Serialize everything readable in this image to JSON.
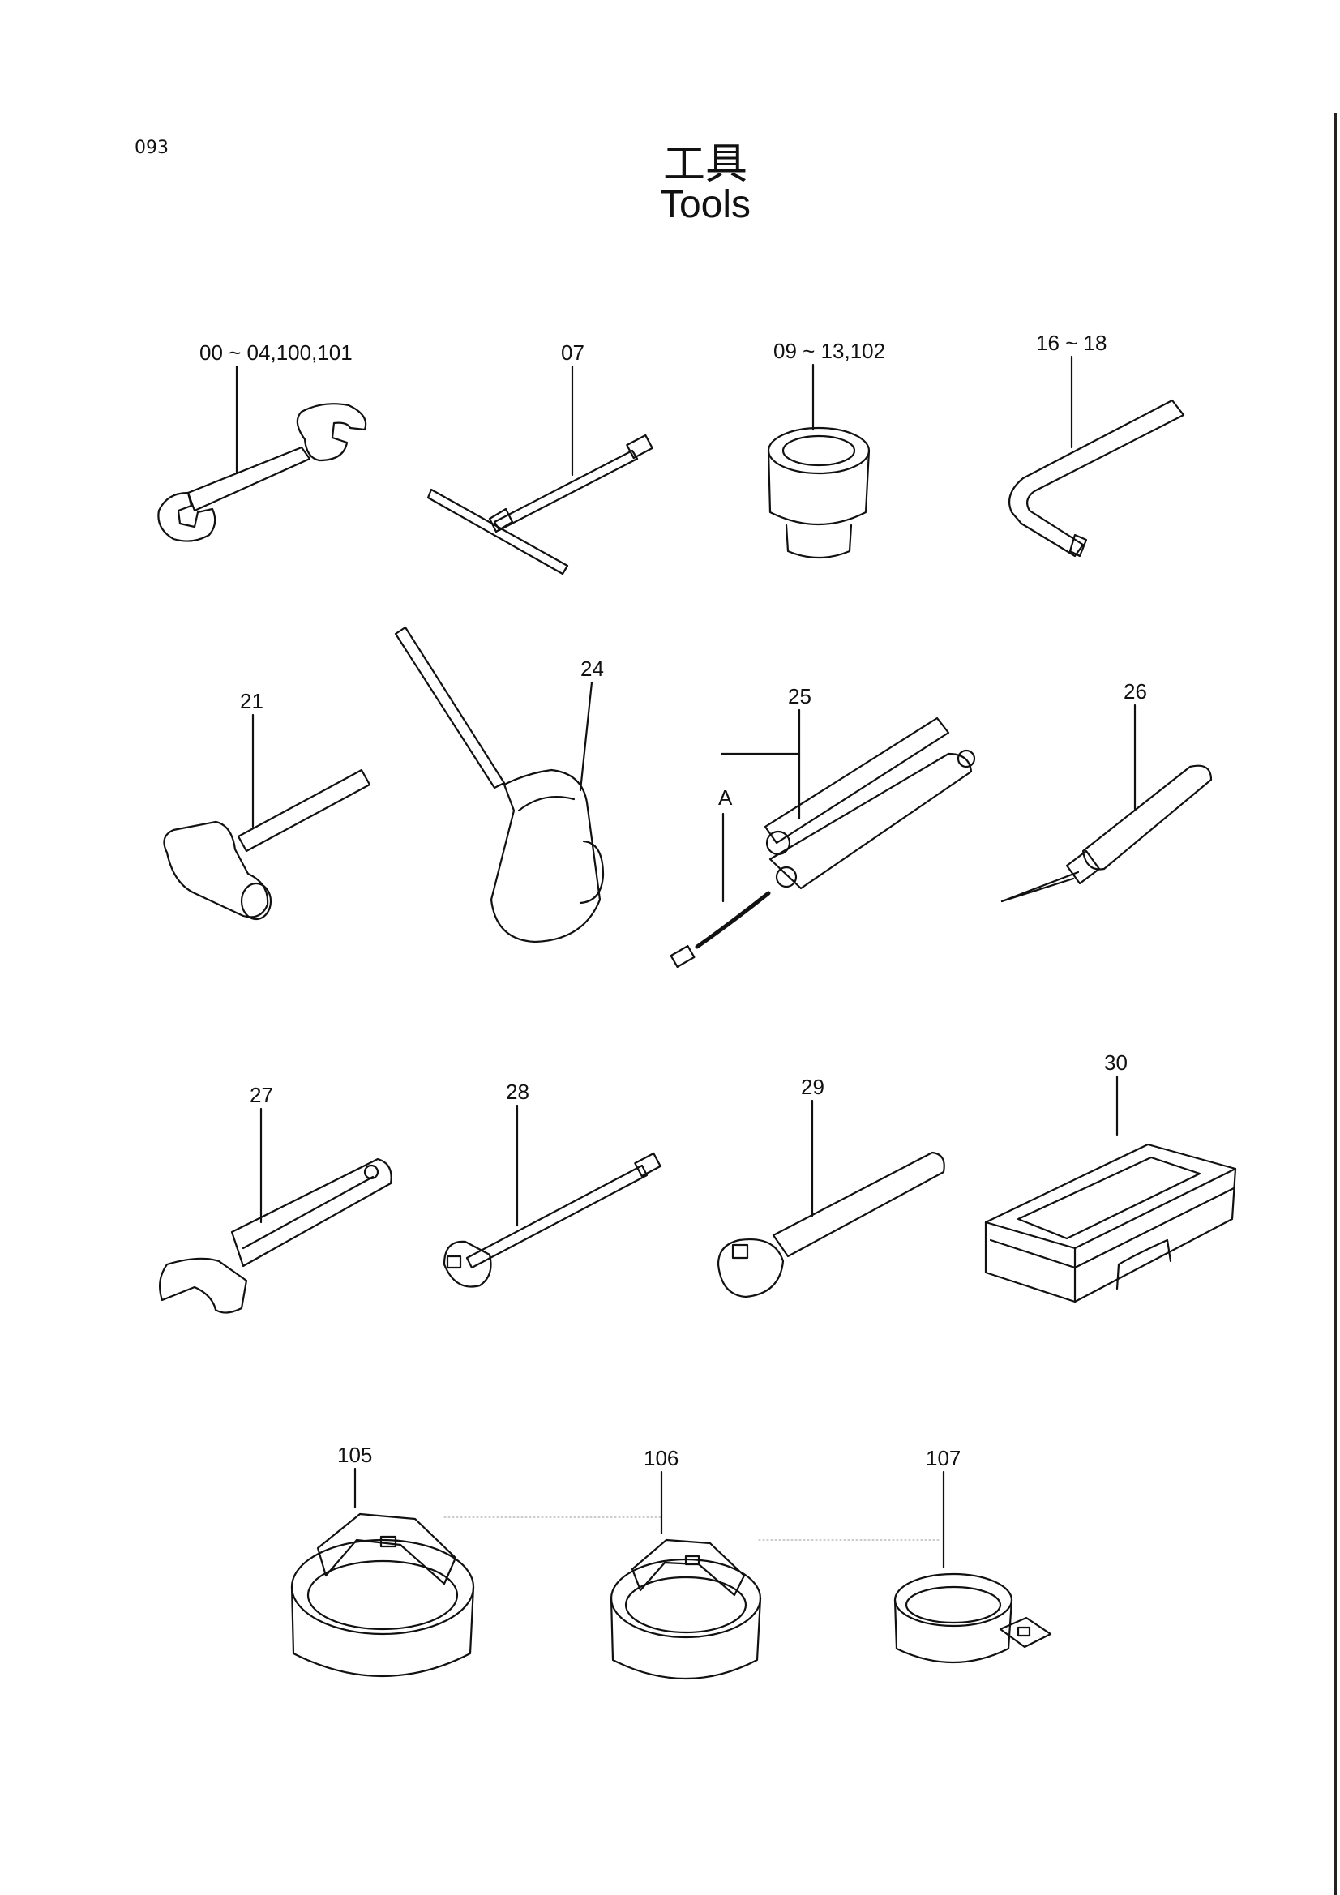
{
  "page_number": "093",
  "title_jp": "工具",
  "title_en": "Tools",
  "callouts": {
    "c1": "00 ~ 04,100,101",
    "c2": "07",
    "c3": "09 ~ 13,102",
    "c4": "16 ~ 18",
    "c5": "21",
    "c6": "24",
    "c7": "25",
    "c8": "A",
    "c9": "26",
    "c10": "27",
    "c11": "28",
    "c12": "29",
    "c13": "30",
    "c14": "105",
    "c15": "106",
    "c16": "107"
  }
}
